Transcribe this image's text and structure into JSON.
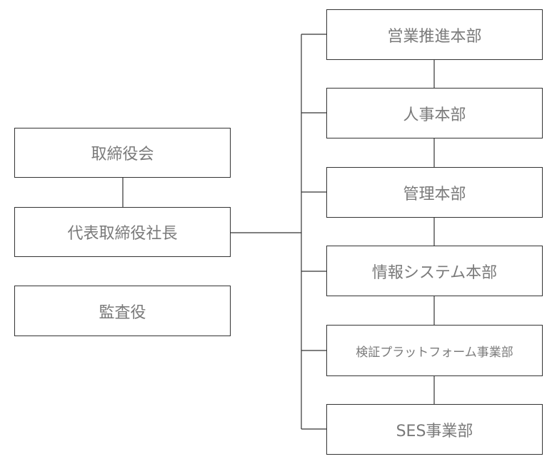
{
  "left": {
    "board": "取締役会",
    "president": "代表取締役社長",
    "auditor": "監査役"
  },
  "departments": [
    "営業推進本部",
    "人事本部",
    "管理本部",
    "情報システム本部",
    "検証プラットフォーム事業部",
    "SES事業部"
  ]
}
